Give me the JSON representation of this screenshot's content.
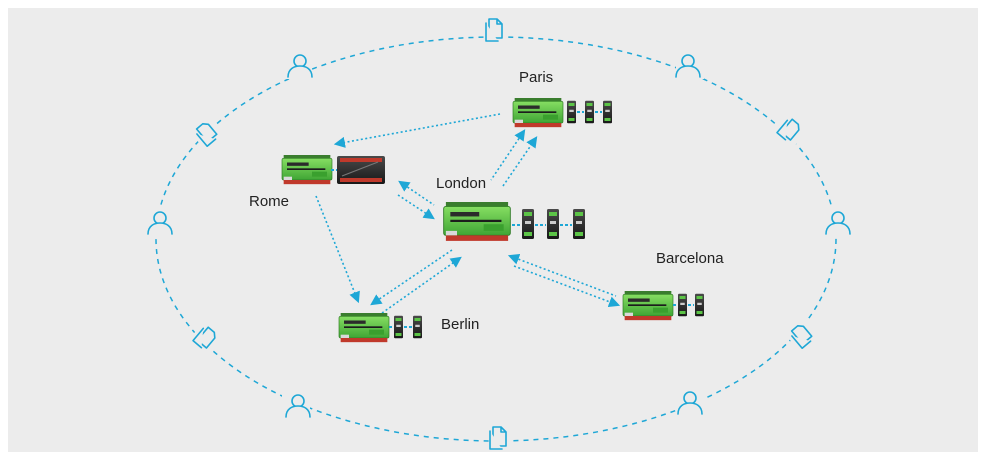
{
  "diagram": {
    "nodes": [
      {
        "id": "paris",
        "label": "Paris",
        "modules": 3
      },
      {
        "id": "rome",
        "label": "Rome",
        "modules": 1
      },
      {
        "id": "london",
        "label": "London",
        "modules": 3
      },
      {
        "id": "barcelona",
        "label": "Barcelona",
        "modules": 2
      },
      {
        "id": "berlin",
        "label": "Berlin",
        "modules": 2
      }
    ],
    "links": [
      {
        "from": "paris",
        "to": "rome",
        "style": "one-way"
      },
      {
        "from": "paris",
        "to": "london",
        "style": "bidirectional"
      },
      {
        "from": "rome",
        "to": "london",
        "style": "bidirectional"
      },
      {
        "from": "rome",
        "to": "berlin",
        "style": "one-way"
      },
      {
        "from": "berlin",
        "to": "london",
        "style": "bidirectional"
      },
      {
        "from": "london",
        "to": "barcelona",
        "style": "bidirectional"
      }
    ],
    "ring_icons": [
      "document-icon",
      "user-icon",
      "documents-icon",
      "user-icon",
      "documents-icon",
      "user-icon",
      "document-icon",
      "user-icon",
      "documents-icon",
      "user-icon",
      "documents-icon",
      "user-icon"
    ],
    "colors": {
      "background": "#ececec",
      "ring": "#1ea7d6",
      "arrows": "#1ea7d6",
      "controller_green": "#5cc447",
      "module_dark": "#2a2a2a",
      "text": "#222222"
    }
  }
}
